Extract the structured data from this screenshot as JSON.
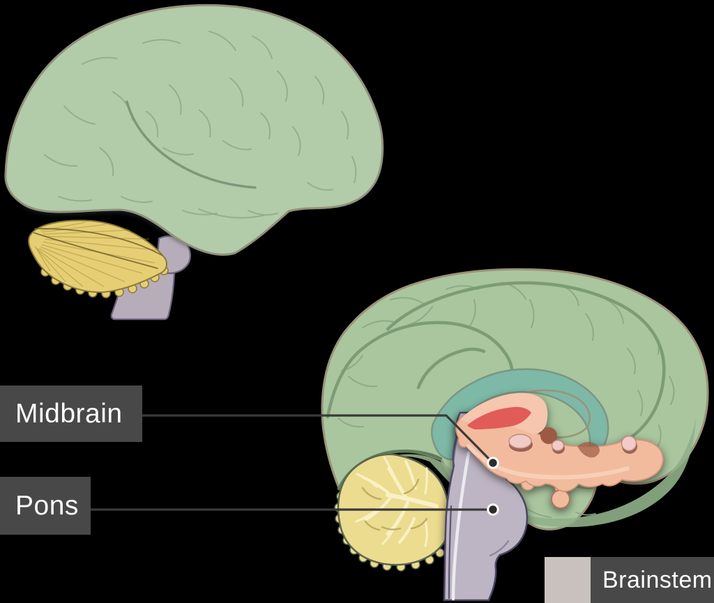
{
  "callouts": {
    "midbrain": {
      "label": "Midbrain"
    },
    "pons": {
      "label": "Pons"
    }
  },
  "legend": {
    "label": "Brainstem"
  },
  "palette": {
    "background": "#000000",
    "label-box": "#484848",
    "label-text": "#fdfdfd",
    "leader-line": "#3a3a3a",
    "marker-dot": "#2c2c2c",
    "marker-ring": "#ffffff",
    "legend-swatch": "#c9c1bd",
    "cerebrum-lateral": "#b2cba9",
    "cerebrum-lateral-outline": "#92907c",
    "sulci-lateral": "#8ca687",
    "fissure-lateral": "#7b997a",
    "cerebellum-lateral": "#e5ce74",
    "cerebellum-lateral-line": "#6f6029",
    "cerebellum-lateral-stria": "#a8903f",
    "cerebellum-lateral-outline": "#8a7a38",
    "brainstem-lateral": "#b7acb9",
    "brainstem-lateral-outline": "#6b627e",
    "cerebrum-sagittal": "#a9c69e",
    "cerebrum-sagittal-dark": "#90b089",
    "cerebrum-sagittal-outline": "#9c9179",
    "sulci-sagittal": "#8aa584",
    "gyrus-bold": "#7b9c75",
    "tentorium": "#5d7d5b",
    "corpus-callosum": "#7eb8a7",
    "corpus-callosum-edge": "#7d9583",
    "fornix-outline": "#9b9478",
    "cerebellum-sagittal": "#ecdc90",
    "cerebellum-sagittal-inner": "#e6d37e",
    "arbor-vitae": "#f9f1c5",
    "cerebellum-sagittal-outline": "#5b654f",
    "cerebellum-sagittal-dark-line": "#b6a258",
    "brainstem-sagittal": "#bdb5c3",
    "brainstem-sagittal-outline": "#4b4663",
    "brainstem-stripe": "#ece9f1",
    "brainstem-inner-line": "#5b5372",
    "thalamus-salmon": "#f2bb9e",
    "salmon-outline": "#d2937a",
    "pink-band": "#f6c6ae",
    "red-band": "#e15b59",
    "brown-cap": "#9c5a45",
    "pink-ellipse": "#f1cbc7",
    "ellipse-shadow": "#8a5243",
    "ellipse-edge": "#c08873",
    "pale-inner-band": "#f8d2bc",
    "pituitary-edge": "#b0735f"
  }
}
